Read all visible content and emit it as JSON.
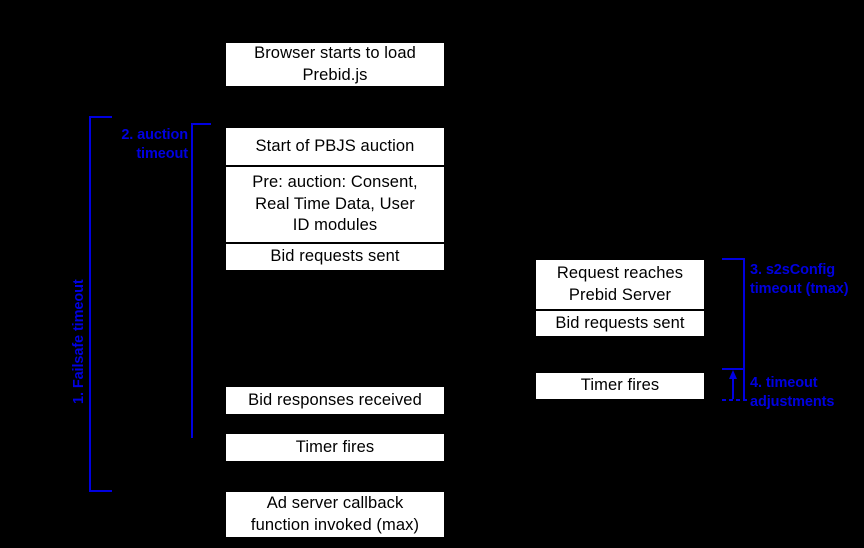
{
  "diagram": {
    "title": "Prebid timeout sequence diagram",
    "background_color": "#000000",
    "box_fill": "#ffffff",
    "box_text_color": "#000000",
    "annotation_color": "#0000E0",
    "client_column": {
      "name": "Prebid.js client column",
      "boxes": [
        {
          "id": "browser-load",
          "label": "Browser starts to load\nPrebid.js"
        },
        {
          "id": "auction-start",
          "label": "Start of PBJS auction"
        },
        {
          "id": "pre-auction",
          "label": "Pre: auction: Consent,\nReal Time Data, User\nID modules"
        },
        {
          "id": "bid-requests-sent",
          "label": "Bid requests sent"
        },
        {
          "id": "bid-responses-received",
          "label": "Bid responses received"
        },
        {
          "id": "timer-fires-client",
          "label": "Timer fires"
        },
        {
          "id": "ad-server-callback",
          "label": "Ad server callback\nfunction invoked (max)"
        }
      ]
    },
    "server_column": {
      "name": "Prebid Server column",
      "boxes": [
        {
          "id": "request-reaches-server",
          "label": "Request reaches\nPrebid Server"
        },
        {
          "id": "bid-requests-sent-server",
          "label": "Bid requests sent"
        },
        {
          "id": "timer-fires-server",
          "label": "Timer fires"
        }
      ]
    },
    "annotations": [
      {
        "id": "failsafe-timeout",
        "label": "1. Failsafe timeout",
        "orientation": "vertical",
        "side": "left"
      },
      {
        "id": "auction-timeout",
        "label": "2. auction\ntimeout",
        "orientation": "horizontal",
        "side": "left"
      },
      {
        "id": "s2sconfig-timeout",
        "label": "3. s2sConfig\ntimeout (tmax)",
        "orientation": "horizontal",
        "side": "right"
      },
      {
        "id": "timeout-adjustments",
        "label": "4. timeout\nadjustments",
        "orientation": "horizontal",
        "side": "right"
      }
    ]
  }
}
